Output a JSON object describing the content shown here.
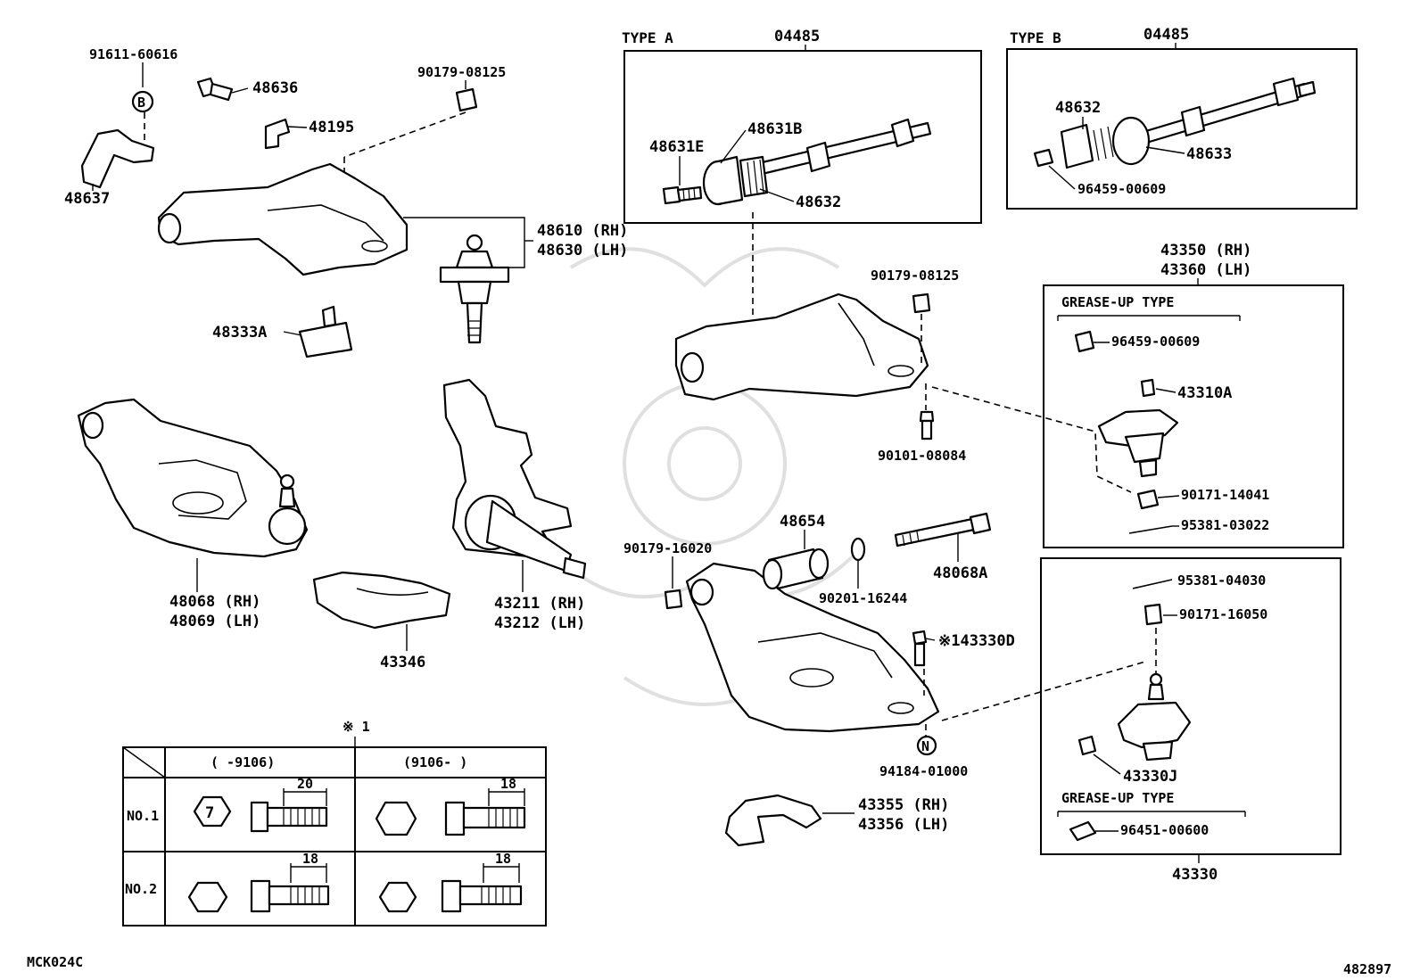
{
  "diagram": {
    "sections": {
      "type_a": {
        "header": "TYPE A",
        "part_no": "04485"
      },
      "type_b": {
        "header": "TYPE B",
        "part_no": "04485"
      },
      "upper_ball_joint": {
        "part_no_rh": "43350 (RH)",
        "part_no_lh": "43360 (LH)",
        "grease_header": "GREASE-UP TYPE"
      },
      "lower_ball_joint": {
        "grease_header": "GREASE-UP TYPE",
        "part_no": "43330"
      }
    },
    "labels": {
      "p91611": "91611-60616",
      "p48636": "48636",
      "p90179a": "90179-08125",
      "p48195": "48195",
      "p48637": "48637",
      "p48610": "48610 (RH)",
      "p48630": "48630 (LH)",
      "p48333a": "48333A",
      "p48068": "48068 (RH)",
      "p48069": "48069 (LH)",
      "p43346": "43346",
      "p43211": "43211 (RH)",
      "p43212": "43212 (LH)",
      "p48631e": "48631E",
      "p48631b": "48631B",
      "p48632a": "48632",
      "p48632b": "48632",
      "p48633": "48633",
      "p96459b": "96459-00609",
      "p90179b": "90179-08125",
      "p90101": "90101-08084",
      "p96459c": "96459-00609",
      "p43310a": "43310A",
      "p90171a": "90171-14041",
      "p95381a": "95381-03022",
      "p48654": "48654",
      "p90179c": "90179-16020",
      "p90201": "90201-16244",
      "p48068a": "48068A",
      "p143330d": "※143330D",
      "p94184": "94184-01000",
      "p43355": "43355 (RH)",
      "p43356": "43356 (LH)",
      "p95381b": "95381-04030",
      "p90171b": "90171-16050",
      "p43330j": "43330J",
      "p96451": "96451-00600"
    },
    "stamps": {
      "b": "B",
      "n": "N"
    },
    "table": {
      "note": "※ 1",
      "col1": "(     -9106)",
      "col2": "(9106-      )",
      "row1": "NO.1",
      "row2": "NO.2",
      "hex_mark": "7",
      "dims": {
        "r1c1": "20",
        "r1c2": "18",
        "r2c1": "18",
        "r2c2": "18"
      }
    },
    "footer": {
      "left": "MCK024C",
      "right": "482897"
    }
  }
}
